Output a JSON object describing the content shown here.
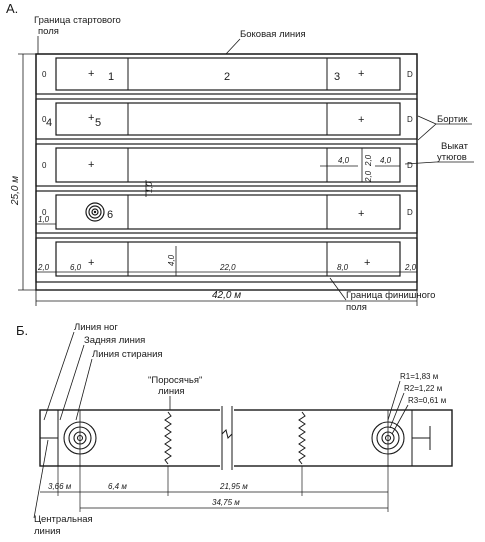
{
  "panel_a": {
    "letter": "А.",
    "label_start_line": [
      "Граница стартового",
      "поля"
    ],
    "label_side_line": "Боковая линия",
    "label_bortik": "Бортик",
    "label_vykat": [
      "Выкат",
      "утюгов"
    ],
    "label_finish_line": [
      "Граница финишного",
      "поля"
    ],
    "dim_width": "25,0 м",
    "dim_length": "42,0 м",
    "zone_numbers": [
      "1",
      "2",
      "3",
      "4",
      "5",
      "6"
    ],
    "dims": {
      "d4a": "4,0",
      "d2a": "2,0",
      "d2b": "2,0",
      "d4b": "4,0",
      "d1v": "1,0",
      "d1a": "1,0",
      "d4v": "4,0",
      "d2l": "2,0",
      "d6": "6,0",
      "d22": "22,0",
      "d8": "8,0",
      "d2r": "2,0"
    }
  },
  "panel_b": {
    "letter": "Б.",
    "label_hog": "Линия ног",
    "label_back": "Задняя линия",
    "label_tee": "Линия стирания",
    "label_hog_line": [
      "\"Поросячья\"",
      "линия"
    ],
    "radii": [
      "R1=1,83 м",
      "R2=1,22 м",
      "R3=0,61 м"
    ],
    "dims": {
      "d366": "3,66 м",
      "d64": "6,4 м",
      "d2195": "21,95 м",
      "d3475": "34,75 м"
    },
    "label_center": [
      "Центральная",
      "линия"
    ]
  }
}
